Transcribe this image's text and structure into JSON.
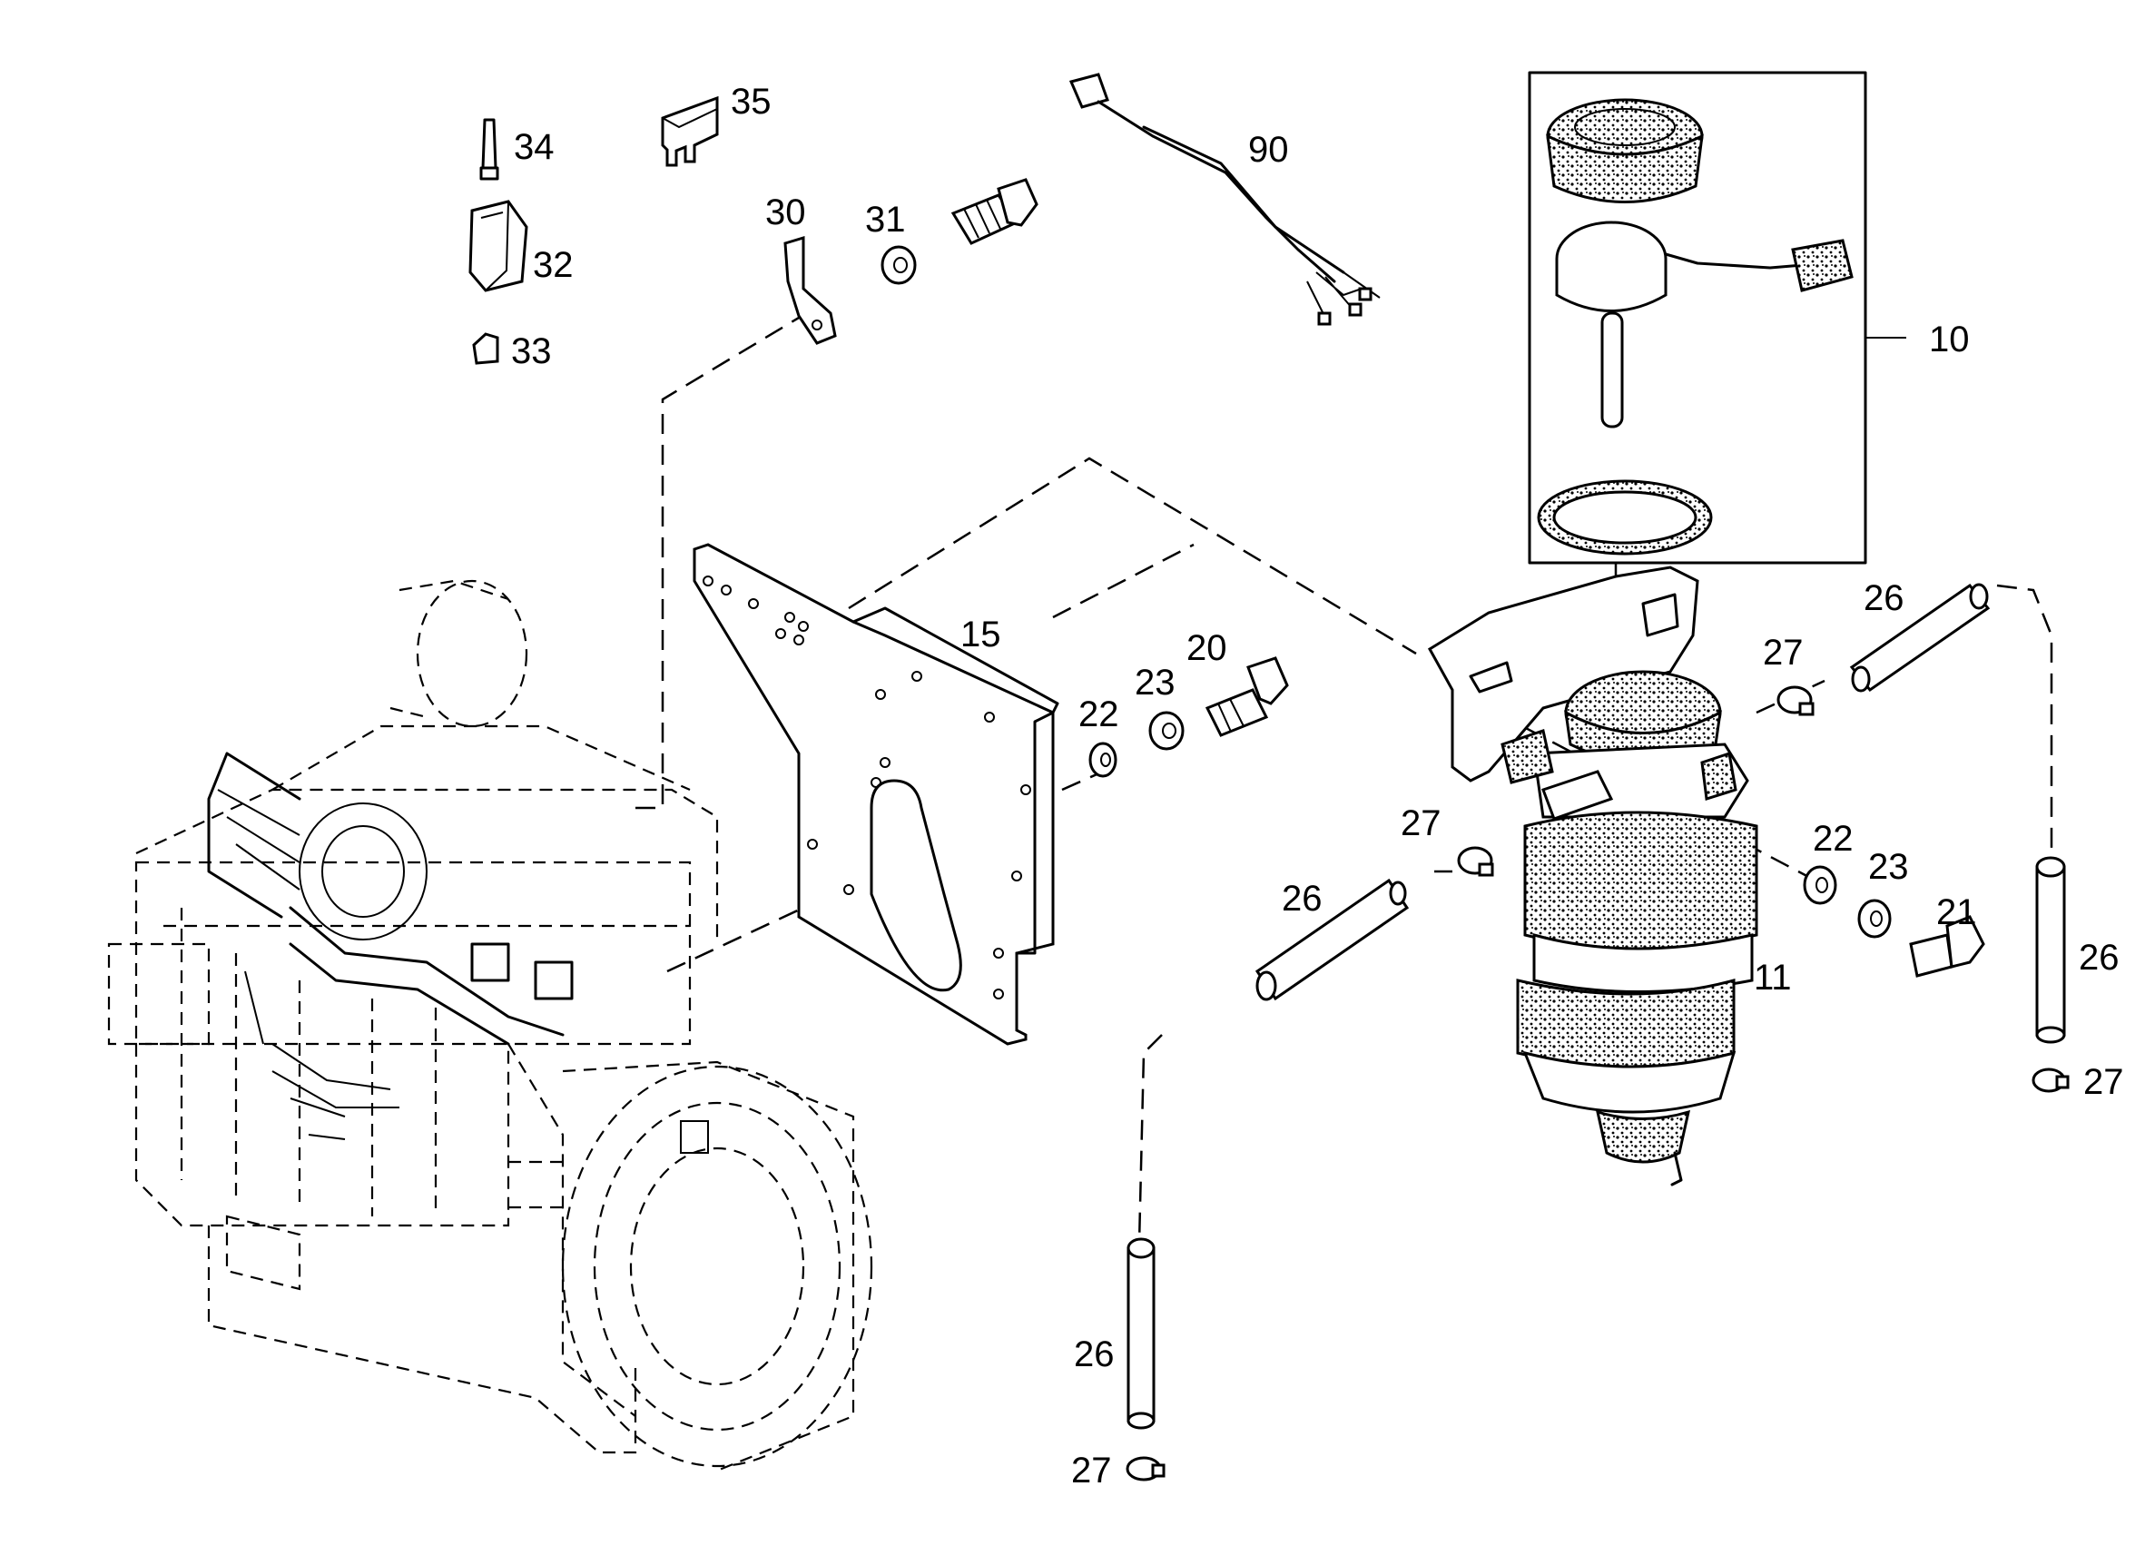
{
  "diagram": {
    "callouts": [
      {
        "id": "c34",
        "text": "34"
      },
      {
        "id": "c35",
        "text": "35"
      },
      {
        "id": "c32",
        "text": "32"
      },
      {
        "id": "c33",
        "text": "33"
      },
      {
        "id": "c30",
        "text": "30"
      },
      {
        "id": "c31",
        "text": "31"
      },
      {
        "id": "c90",
        "text": "90"
      },
      {
        "id": "c10",
        "text": "10"
      },
      {
        "id": "c15",
        "text": "15"
      },
      {
        "id": "c20",
        "text": "20"
      },
      {
        "id": "c23a",
        "text": "23"
      },
      {
        "id": "c22a",
        "text": "22"
      },
      {
        "id": "c26a",
        "text": "26"
      },
      {
        "id": "c27a",
        "text": "27"
      },
      {
        "id": "c27b",
        "text": "27"
      },
      {
        "id": "c26b",
        "text": "26"
      },
      {
        "id": "c22b",
        "text": "22"
      },
      {
        "id": "c23b",
        "text": "23"
      },
      {
        "id": "c21",
        "text": "21"
      },
      {
        "id": "c11",
        "text": "11"
      },
      {
        "id": "c26c",
        "text": "26"
      },
      {
        "id": "c27c",
        "text": "27"
      },
      {
        "id": "c26d",
        "text": "26"
      },
      {
        "id": "c27d",
        "text": "27"
      }
    ]
  }
}
